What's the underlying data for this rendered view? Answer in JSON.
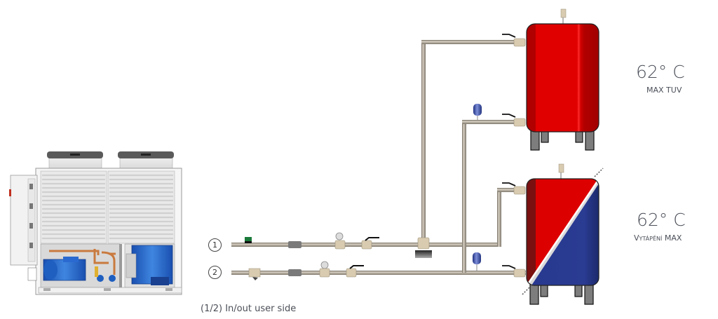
{
  "diagram": {
    "description": "Heat pump connection scheme to DHW tank and heating buffer tank",
    "tanks": [
      {
        "id": "dhw",
        "temperature": "62° C",
        "label": "MAX TUV",
        "colors": {
          "body": "#e00000",
          "shade": "#a80000",
          "highlight": "#ff2020"
        }
      },
      {
        "id": "heating",
        "temperature": "62° C",
        "label": "Vytápění MAX",
        "colors": {
          "hot": "#dd0000",
          "cold": "#27388f",
          "hot_shade": "#7a1010",
          "cold_shade": "#1d2a6e"
        }
      }
    ],
    "circuit_markers": [
      {
        "number": "1"
      },
      {
        "number": "2"
      }
    ],
    "caption": "(1/2) In/out user side",
    "colors": {
      "pipe": "#b9b0a2",
      "pipe_edge": "#6f685e",
      "fitting": "#d8cbb0",
      "expansion_vessel": "#3a4fa0",
      "leg": "#7d7d7d"
    }
  }
}
